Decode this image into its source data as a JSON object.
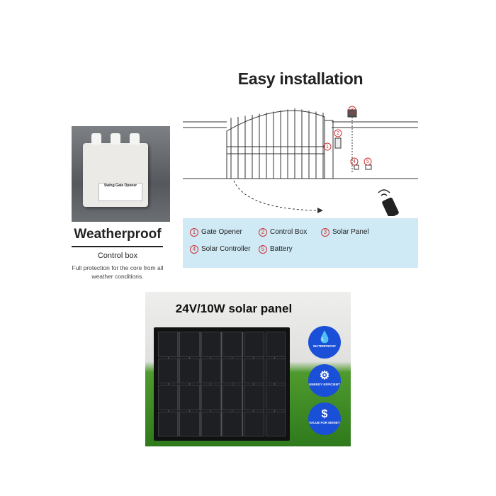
{
  "title": "Easy installation",
  "control_box": {
    "heading": "Weatherproof",
    "subheading": "Control box",
    "description": "Full protection for the core from all weather conditions.",
    "label_text": "Swing Gate Opener"
  },
  "legend": [
    {
      "num": "1",
      "label": "Gate Opener"
    },
    {
      "num": "2",
      "label": "Control Box"
    },
    {
      "num": "3",
      "label": "Solar Panel"
    },
    {
      "num": "4",
      "label": "Solar Controller"
    },
    {
      "num": "5",
      "label": "Battery"
    }
  ],
  "solar": {
    "title": "24V/10W solar panel",
    "badges": [
      {
        "icon": "water-drop-icon",
        "label": "WATERPROOF"
      },
      {
        "icon": "battery-gear-icon",
        "label": "ENERGY EFFICIENT"
      },
      {
        "icon": "piggy-bank-icon",
        "label": "VALUE FOR MONEY"
      }
    ]
  },
  "colors": {
    "legend_bg": "#cfe9f5",
    "badge": "#1a4fd8",
    "number": "#cc3333"
  }
}
